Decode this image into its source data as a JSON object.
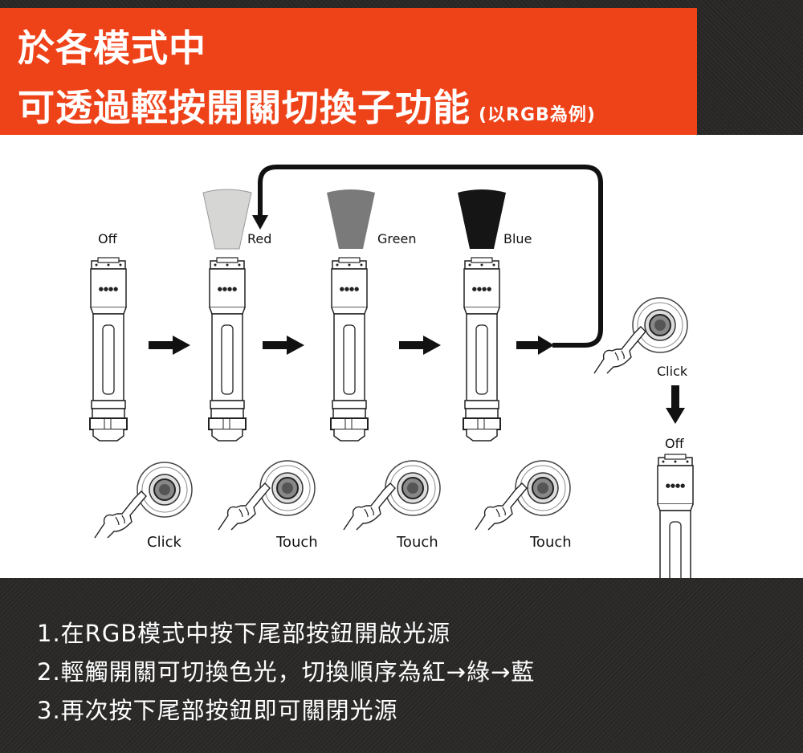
{
  "header": {
    "title_line1": "於各模式中",
    "title_line2": "可透過輕按開關切換子功能",
    "title_note": "(以RGB為例)"
  },
  "colors": {
    "accent": "#ee4219",
    "red_beam": "#d6d6d4",
    "green_beam": "#7a7a7a",
    "blue_beam": "#151515"
  },
  "modes": [
    {
      "label": "Off"
    },
    {
      "label": "Red"
    },
    {
      "label": "Green"
    },
    {
      "label": "Blue"
    },
    {
      "label": "Off"
    }
  ],
  "actions": [
    {
      "label": "Click"
    },
    {
      "label": "Touch"
    },
    {
      "label": "Touch"
    },
    {
      "label": "Touch"
    },
    {
      "label": "Click"
    }
  ],
  "instructions": [
    "1.在RGB模式中按下尾部按鈕開啟光源",
    "2.輕觸開關可切換色光，切換順序為紅→綠→藍",
    "3.再次按下尾部按鈕即可關閉光源"
  ]
}
